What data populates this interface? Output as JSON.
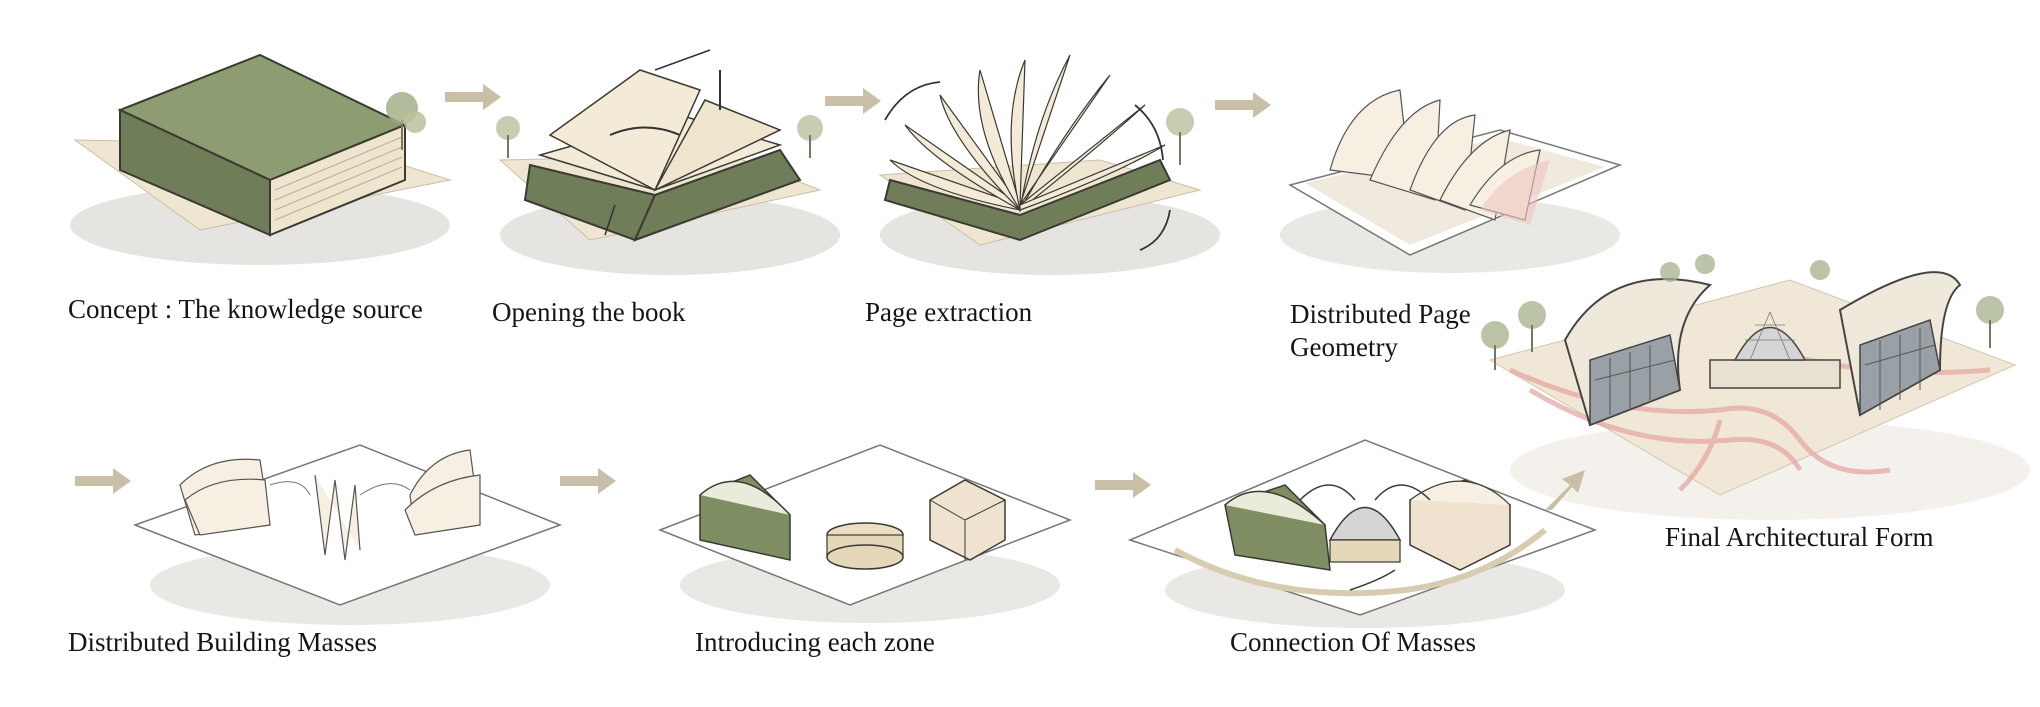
{
  "steps": [
    {
      "label": "Concept : The knowledge source"
    },
    {
      "label": "Opening the book"
    },
    {
      "label": "Page extraction"
    },
    {
      "label_line1": "Distributed Page",
      "label_line2": "Geometry"
    },
    {
      "label": "Distributed  Building Masses"
    },
    {
      "label": "Introducing each zone"
    },
    {
      "label": "Connection Of Masses"
    },
    {
      "label": "Final Architectural Form"
    }
  ],
  "colors": {
    "site": "#efe6d2",
    "shadow": "#d9d6d0",
    "book_cover": "#8e9c72",
    "pages": "#f3ead8",
    "outline": "#3a3a33",
    "arrow": "#c9bfa6",
    "tree": "#a4b08a",
    "path": "#e3a3a0"
  }
}
